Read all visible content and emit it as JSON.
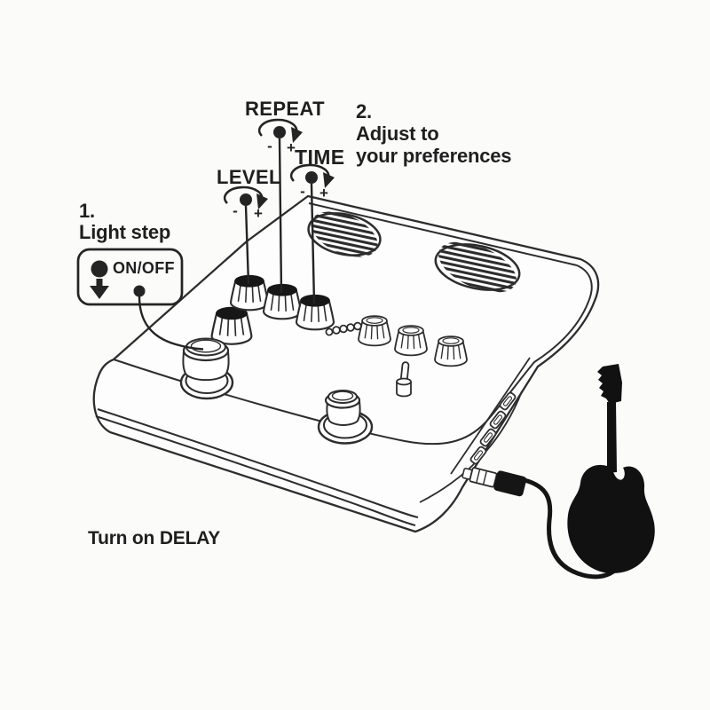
{
  "colors": {
    "background": "#fbfbfa",
    "ink": "#2d2d2d",
    "black_fill": "#151515"
  },
  "texts": {
    "repeat": "REPEAT",
    "time": "TIME",
    "level": "LEVEL",
    "minus": "-",
    "plus": "+",
    "step1_number": "1.",
    "step1_label": "Light step",
    "step2_number": "2.",
    "step2_line1": "Adjust to",
    "step2_line2": "your preferences",
    "onoff_label": "ON/OFF",
    "footer_note": "Turn on DELAY"
  },
  "icons": {
    "rotate_knob": "rotate-arrow-icon",
    "power_dot": "power-dot-icon",
    "press_down": "press-down-arrow-icon",
    "guitar": "guitar-silhouette-icon",
    "cable": "instrument-cable-icon",
    "plug": "jack-plug-icon"
  },
  "diagram": {
    "subject": "delay-effects-pedal",
    "knob_count": 7,
    "footswitch_count": 2,
    "speaker_grille_count": 2
  }
}
